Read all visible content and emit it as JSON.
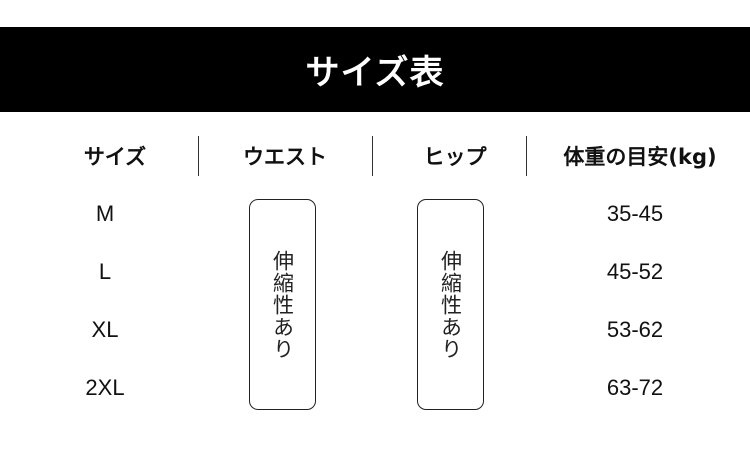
{
  "banner": {
    "title": "サイズ表"
  },
  "table": {
    "headers": [
      "サイズ",
      "ウエスト",
      "ヒップ",
      "体重の目安(kg)"
    ],
    "sizes": [
      "M",
      "L",
      "XL",
      "2XL"
    ],
    "weights": [
      "35-45",
      "45-52",
      "53-62",
      "63-72"
    ],
    "waist_note": "伸縮性あり",
    "hip_note": "伸縮性あり"
  }
}
